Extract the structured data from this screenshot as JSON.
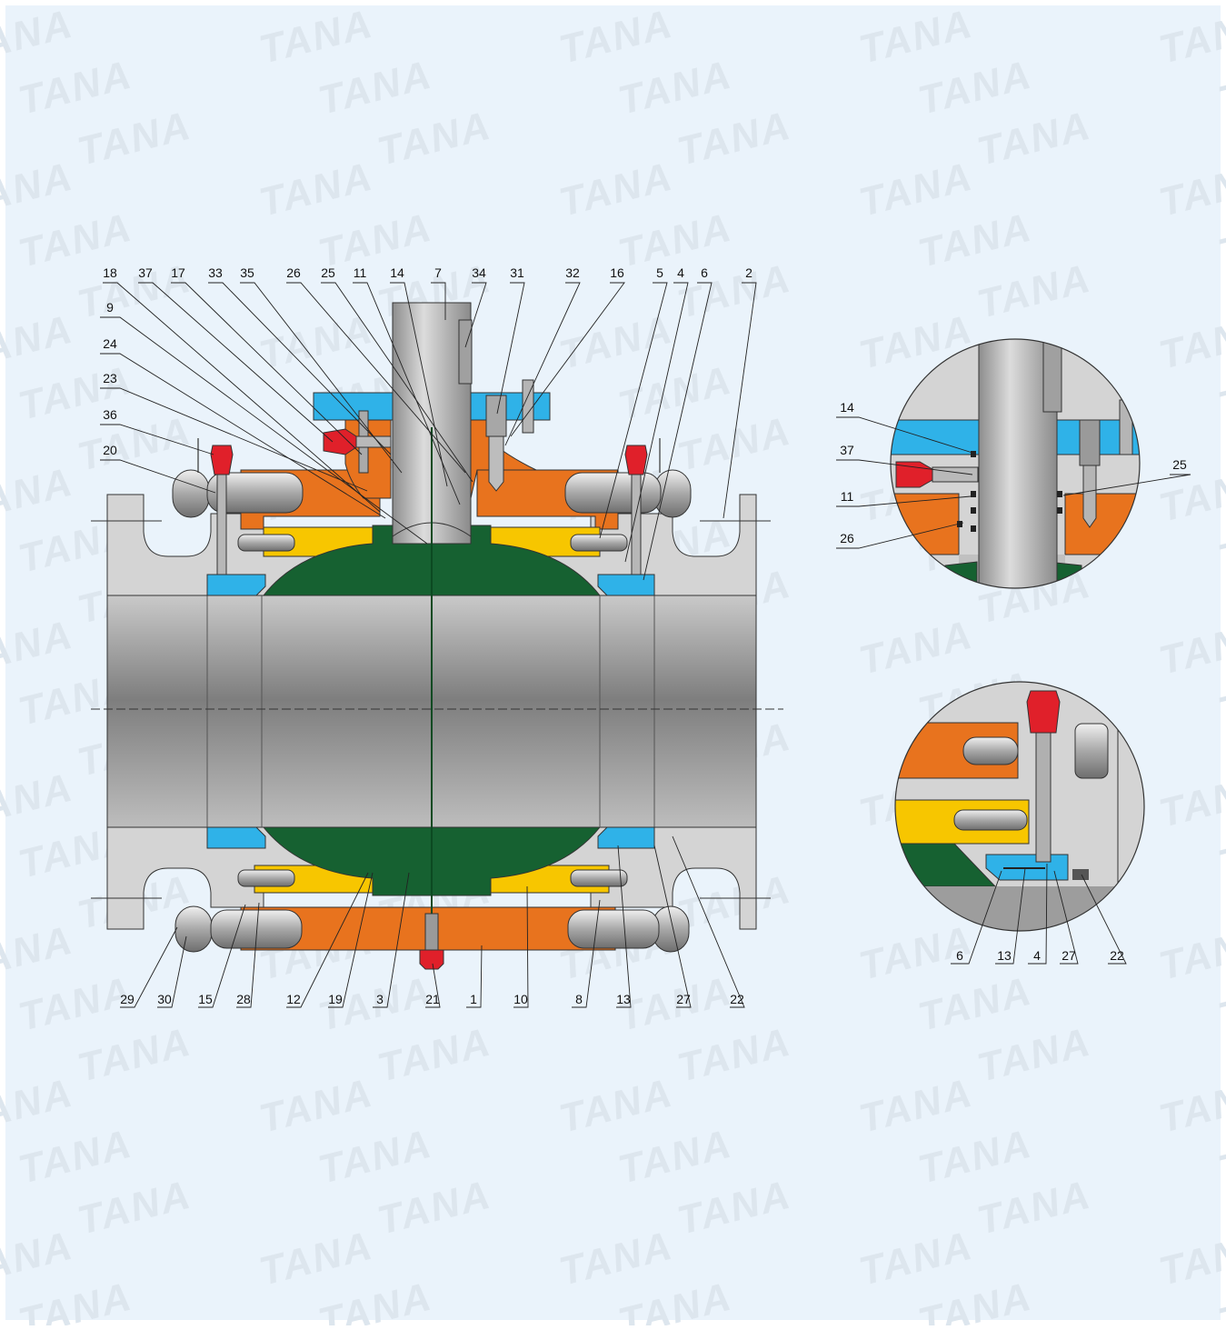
{
  "watermark": "TANA",
  "colors": {
    "background": "#eaf3fb",
    "body": "#d4d4d4",
    "bore": "#9b9b9b",
    "ball": "#166131",
    "adapter": "#e8731e",
    "seat_ring": "#f7c600",
    "gland": "#2fb2e8",
    "injector": "#e0202a",
    "stem": "#b8b8b8"
  },
  "main_view": {
    "top_labels": [
      "18",
      "37",
      "17",
      "33",
      "35",
      "26",
      "25",
      "11",
      "14",
      "7",
      "34",
      "31",
      "32",
      "16",
      "5",
      "4",
      "6",
      "2"
    ],
    "left_labels": [
      "9",
      "24",
      "23",
      "36",
      "20"
    ],
    "bottom_labels": [
      "29",
      "30",
      "15",
      "28",
      "12",
      "19",
      "3",
      "21",
      "1",
      "10",
      "8",
      "13",
      "27",
      "22"
    ]
  },
  "detail_stem": {
    "left_labels": [
      "14",
      "37",
      "11",
      "26"
    ],
    "right_labels": [
      "25"
    ]
  },
  "detail_seat": {
    "bottom_labels": [
      "6",
      "13",
      "4",
      "27",
      "22"
    ]
  }
}
